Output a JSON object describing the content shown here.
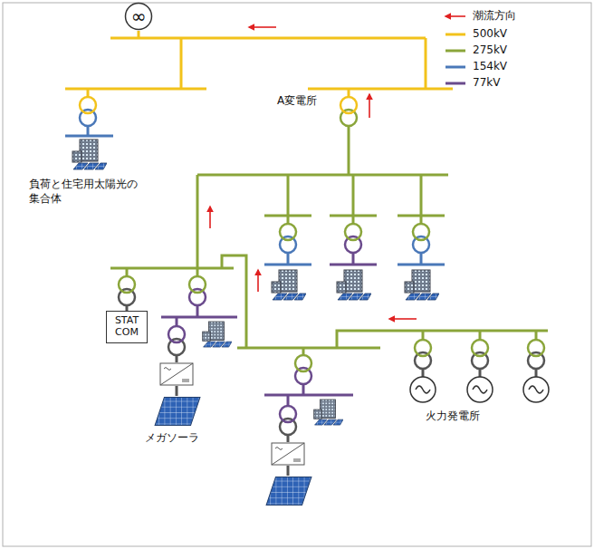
{
  "diagram": {
    "nodes": [
      {
        "text": [
          "∞"
        ]
      },
      {
        "text": [
          "STAT COM"
        ]
      }
    ],
    "labels": [
      "A変電所",
      "負荷と住宅用太陽光の 集合体",
      "メガソーラ",
      "火力発電所"
    ],
    "legend": [
      {
        "text": "潮流方向"
      },
      {
        "text": "500kV",
        "color": "#f2c21b"
      },
      {
        "text": "275kV",
        "color": "#8aa53a"
      },
      {
        "text": "154kV",
        "color": "#4a78b8"
      },
      {
        "text": "77kV",
        "color": "#6a4a8c"
      }
    ]
  }
}
